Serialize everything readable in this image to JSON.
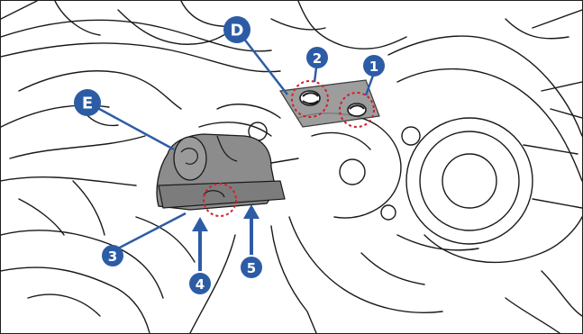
{
  "figure": {
    "callouts": {
      "c1": "1",
      "c2": "2",
      "c3": "3",
      "c4": "4",
      "c5": "5",
      "cD": "D",
      "cE": "E"
    },
    "colors": {
      "callout_fill": "#2d5ca6",
      "highlight_ring": "#d0202a",
      "component_fill": "#8c8c8c",
      "line_art": "#1a1a1a"
    },
    "icons": [
      "arrow-up-icon",
      "dashed-circle-highlight"
    ]
  }
}
